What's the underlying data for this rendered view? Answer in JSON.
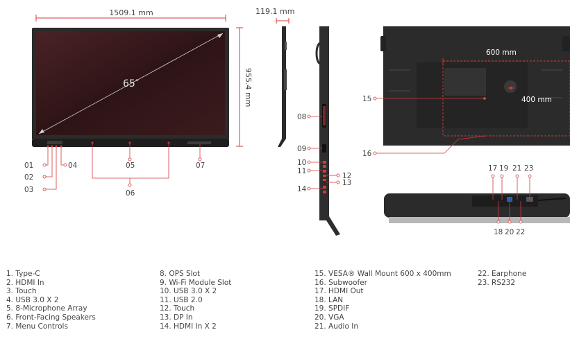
{
  "dimensions": {
    "width": "1509.1 mm",
    "height": "955.4 mm",
    "depth": "119.1 mm",
    "diagonal": "65″",
    "vesa_width": "600  mm",
    "vesa_height": "400 mm"
  },
  "callouts": {
    "front": [
      "01",
      "02",
      "03",
      "04",
      "05",
      "06",
      "07"
    ],
    "side": [
      "08",
      "09",
      "10",
      "11",
      "12",
      "13",
      "14"
    ],
    "back": [
      "15",
      "16"
    ],
    "bottom_top": [
      "17",
      "19",
      "21",
      "23"
    ],
    "bottom_bottom": [
      "18",
      "20",
      "22"
    ]
  },
  "legend": {
    "col1": [
      "1. Type-C",
      "2. HDMI In",
      "3. Touch",
      "4. USB 3.0 X 2",
      "5. 8-Microphone Array",
      "6. Front-Facing Speakers",
      "7. Menu Controls"
    ],
    "col2": [
      "8. OPS Slot",
      "9. Wi-Fi Module Slot",
      "10. USB 3.0 X 2",
      "11. USB 2.0",
      "12. Touch",
      "13. DP In",
      "14. HDMI In X 2"
    ],
    "col3": [
      "15. VESA® Wall Mount 600 x 400mm",
      "16. Subwoofer",
      "17. HDMI Out",
      "18. LAN",
      "19. SPDIF",
      "20. VGA",
      "21. Audio In"
    ],
    "col4": [
      "22. Earphone",
      "23. RS232"
    ]
  },
  "colors": {
    "callout": "#d33a3a",
    "bezel": "#2b2b2b",
    "screen": "#3a1a1c",
    "dimension_line": "#d33a3a",
    "text": "#444444"
  }
}
